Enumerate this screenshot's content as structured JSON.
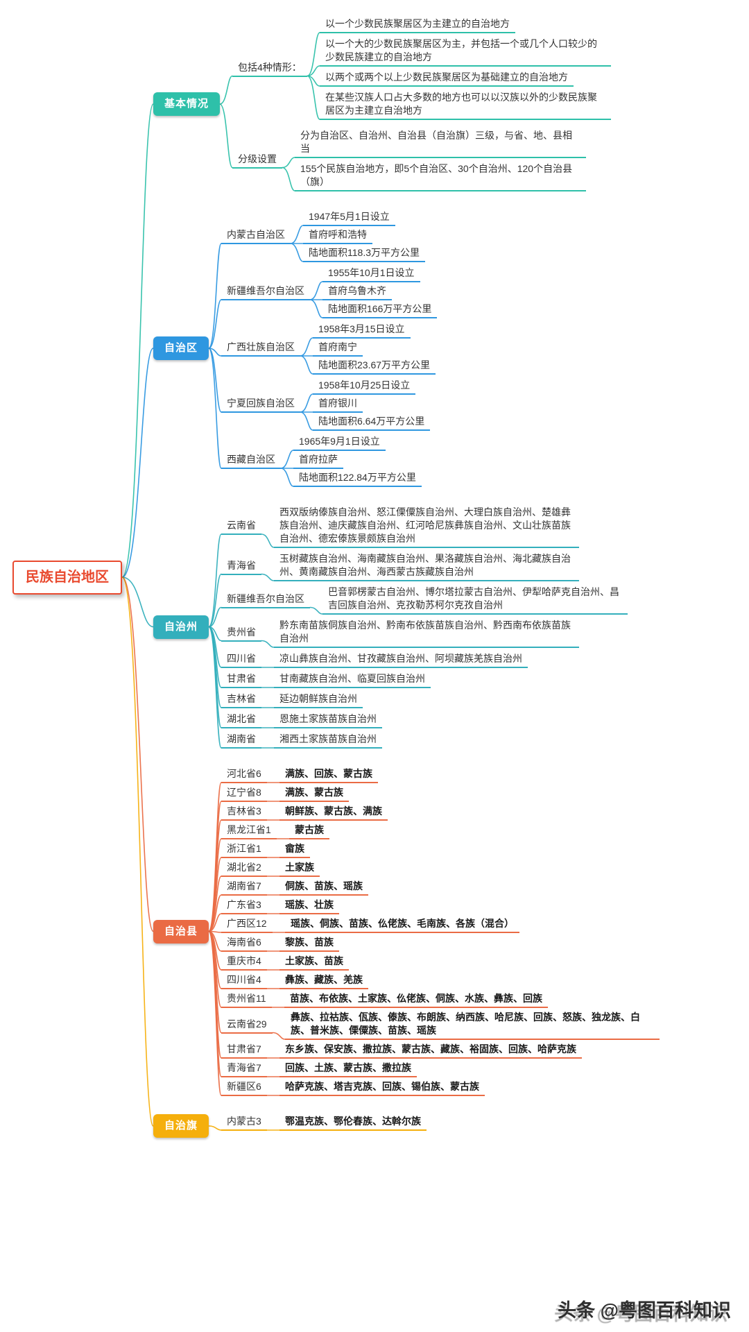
{
  "root": {
    "label": "民族自治地区",
    "color": "#E94A2F"
  },
  "watermark": {
    "text": "头条 @粤图百科知识"
  },
  "branches": [
    {
      "id": "basic-info",
      "label": "基本情况",
      "color": "#2EC0A9",
      "children": [
        {
          "label": "包括4种情形：",
          "children": [
            {
              "label": "以一个少数民族聚居区为主建立的自治地方"
            },
            {
              "label": "以一个大的少数民族聚居区为主，并包括一个或几个人口较少的少数民族建立的自治地方"
            },
            {
              "label": "以两个或两个以上少数民族聚居区为基础建立的自治地方"
            },
            {
              "label": "在某些汉族人口占大多数的地方也可以以汉族以外的少数民族聚居区为主建立自治地方"
            }
          ]
        },
        {
          "label": "分级设置",
          "children": [
            {
              "label": "分为自治区、自治州、自治县（自治旗）三级，与省、地、县相当"
            },
            {
              "label": "155个民族自治地方，即5个自治区、30个自治州、120个自治县（旗）"
            }
          ]
        }
      ]
    },
    {
      "id": "autonomous-regions",
      "label": "自治区",
      "color": "#2E97E0",
      "children": [
        {
          "label": "内蒙古自治区",
          "children": [
            {
              "label": "1947年5月1日设立"
            },
            {
              "label": "首府呼和浩特"
            },
            {
              "label": "陆地面积118.3万平方公里"
            }
          ]
        },
        {
          "label": "新疆维吾尔自治区",
          "children": [
            {
              "label": "1955年10月1日设立"
            },
            {
              "label": "首府乌鲁木齐"
            },
            {
              "label": "陆地面积166万平方公里"
            }
          ]
        },
        {
          "label": "广西壮族自治区",
          "children": [
            {
              "label": "1958年3月15日设立"
            },
            {
              "label": "首府南宁"
            },
            {
              "label": "陆地面积23.67万平方公里"
            }
          ]
        },
        {
          "label": "宁夏回族自治区",
          "children": [
            {
              "label": "1958年10月25日设立"
            },
            {
              "label": "首府银川"
            },
            {
              "label": "陆地面积6.64万平方公里"
            }
          ]
        },
        {
          "label": "西藏自治区",
          "children": [
            {
              "label": "1965年9月1日设立"
            },
            {
              "label": "首府拉萨"
            },
            {
              "label": "陆地面积122.84万平方公里"
            }
          ]
        }
      ]
    },
    {
      "id": "autonomous-prefectures",
      "label": "自治州",
      "color": "#33AFBC",
      "children": [
        {
          "label": "云南省",
          "children": [
            {
              "label": "西双版纳傣族自治州、怒江傈僳族自治州、大理白族自治州、楚雄彝族自治州、迪庆藏族自治州、红河哈尼族彝族自治州、文山壮族苗族自治州、德宏傣族景颇族自治州"
            }
          ]
        },
        {
          "label": "青海省",
          "children": [
            {
              "label": "玉树藏族自治州、海南藏族自治州、果洛藏族自治州、海北藏族自治州、黄南藏族自治州、海西蒙古族藏族自治州"
            }
          ]
        },
        {
          "label": "新疆维吾尔自治区",
          "children": [
            {
              "label": "巴音郭楞蒙古自治州、博尔塔拉蒙古自治州、伊犁哈萨克自治州、昌吉回族自治州、克孜勒苏柯尔克孜自治州"
            }
          ]
        },
        {
          "label": "贵州省",
          "children": [
            {
              "label": "黔东南苗族侗族自治州、黔南布依族苗族自治州、黔西南布依族苗族自治州"
            }
          ]
        },
        {
          "label": "四川省",
          "children": [
            {
              "label": "凉山彝族自治州、甘孜藏族自治州、阿坝藏族羌族自治州"
            }
          ]
        },
        {
          "label": "甘肃省",
          "children": [
            {
              "label": "甘南藏族自治州、临夏回族自治州"
            }
          ]
        },
        {
          "label": "吉林省",
          "children": [
            {
              "label": "延边朝鲜族自治州"
            }
          ]
        },
        {
          "label": "湖北省",
          "children": [
            {
              "label": "恩施土家族苗族自治州"
            }
          ]
        },
        {
          "label": "湖南省",
          "children": [
            {
              "label": "湘西土家族苗族自治州"
            }
          ]
        }
      ]
    },
    {
      "id": "autonomous-counties",
      "label": "自治县",
      "color": "#EA6B44",
      "children": [
        {
          "label": "河北省6",
          "children": [
            {
              "label": "满族、回族、蒙古族",
              "bold": true
            }
          ]
        },
        {
          "label": "辽宁省8",
          "children": [
            {
              "label": "满族、蒙古族",
              "bold": true
            }
          ]
        },
        {
          "label": "吉林省3",
          "children": [
            {
              "label": "朝鲜族、蒙古族、满族",
              "bold": true
            }
          ]
        },
        {
          "label": "黑龙江省1",
          "children": [
            {
              "label": "蒙古族",
              "bold": true
            }
          ]
        },
        {
          "label": "浙江省1",
          "children": [
            {
              "label": "畲族",
              "bold": true
            }
          ]
        },
        {
          "label": "湖北省2",
          "children": [
            {
              "label": "土家族",
              "bold": true
            }
          ]
        },
        {
          "label": "湖南省7",
          "children": [
            {
              "label": "侗族、苗族、瑶族",
              "bold": true
            }
          ]
        },
        {
          "label": "广东省3",
          "children": [
            {
              "label": "瑶族、壮族",
              "bold": true
            }
          ]
        },
        {
          "label": "广西区12",
          "children": [
            {
              "label": "瑶族、侗族、苗族、仫佬族、毛南族、各族（混合）",
              "bold": true
            }
          ]
        },
        {
          "label": "海南省6",
          "children": [
            {
              "label": "黎族、苗族",
              "bold": true
            }
          ]
        },
        {
          "label": "重庆市4",
          "children": [
            {
              "label": "土家族、苗族",
              "bold": true
            }
          ]
        },
        {
          "label": "四川省4",
          "children": [
            {
              "label": "彝族、藏族、羌族",
              "bold": true
            }
          ]
        },
        {
          "label": "贵州省11",
          "children": [
            {
              "label": "苗族、布依族、土家族、仫佬族、侗族、水族、彝族、回族",
              "bold": true
            }
          ]
        },
        {
          "label": "云南省29",
          "children": [
            {
              "label": "彝族、拉祜族、佤族、傣族、布朗族、纳西族、哈尼族、回族、怒族、独龙族、白族、普米族、傈僳族、苗族、瑶族",
              "bold": true
            }
          ]
        },
        {
          "label": "甘肃省7",
          "children": [
            {
              "label": "东乡族、保安族、撒拉族、蒙古族、藏族、裕固族、回族、哈萨克族",
              "bold": true
            }
          ]
        },
        {
          "label": "青海省7",
          "children": [
            {
              "label": "回族、土族、蒙古族、撒拉族",
              "bold": true
            }
          ]
        },
        {
          "label": "新疆区6",
          "children": [
            {
              "label": "哈萨克族、塔吉克族、回族、锡伯族、蒙古族",
              "bold": true
            }
          ]
        }
      ]
    },
    {
      "id": "autonomous-banners",
      "label": "自治旗",
      "color": "#F5AF0C",
      "children": [
        {
          "label": "内蒙古3",
          "children": [
            {
              "label": "鄂温克族、鄂伦春族、达斡尔族",
              "bold": true
            }
          ]
        }
      ]
    }
  ]
}
